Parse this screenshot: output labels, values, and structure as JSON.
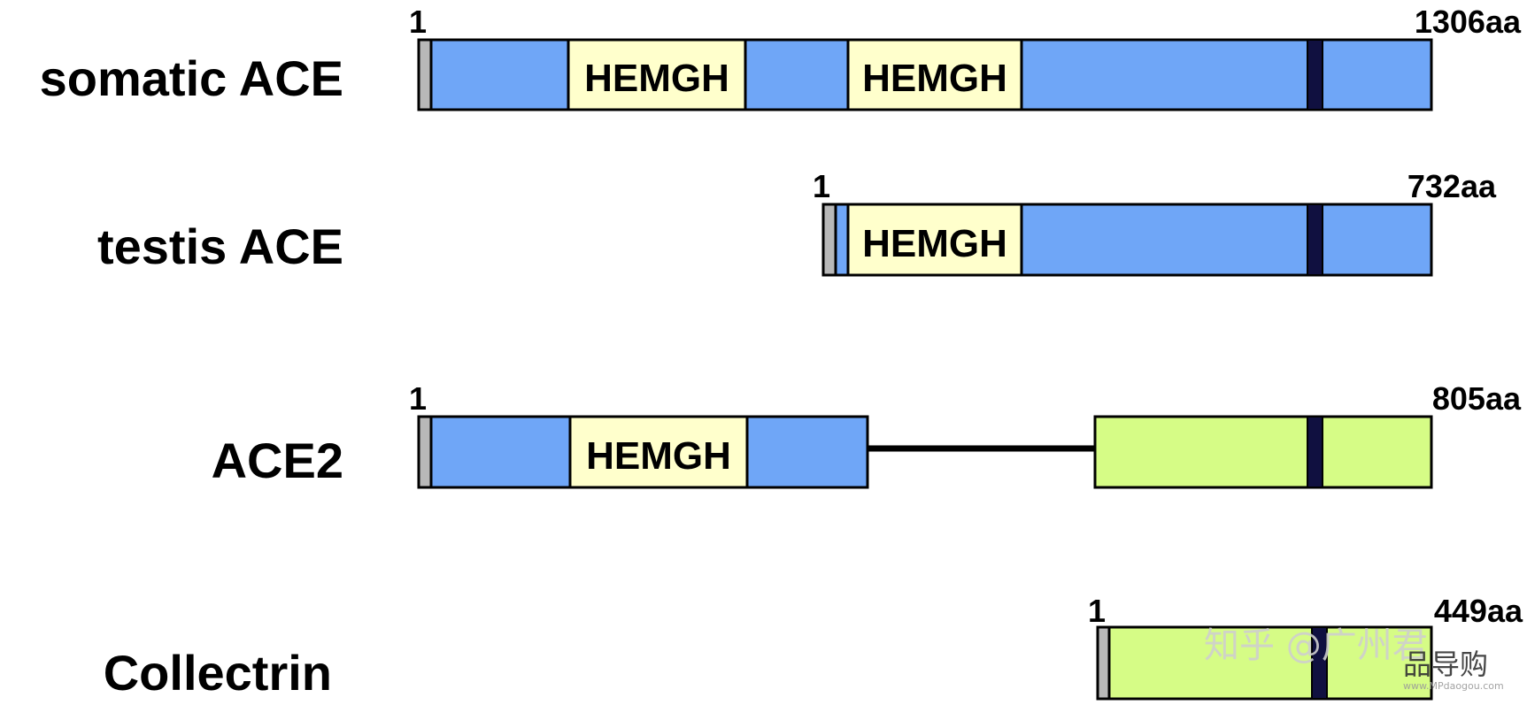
{
  "colors": {
    "ace_domain": "#6fa6f7",
    "collectrin_domain": "#d6fc86",
    "hemgh_motif": "#ffffcc",
    "signal_peptide": "#b8b8b8",
    "transmembrane": "#101040",
    "outline": "#000000"
  },
  "proteins": [
    {
      "name": "somatic ACE",
      "start_label": "1",
      "end_label": "1306aa",
      "motifs": [
        "HEMGH",
        "HEMGH"
      ]
    },
    {
      "name": "testis ACE",
      "start_label": "1",
      "end_label": "732aa",
      "motifs": [
        "HEMGH"
      ]
    },
    {
      "name": "ACE2",
      "start_label": "1",
      "end_label": "805aa",
      "motifs": [
        "HEMGH"
      ]
    },
    {
      "name": "Collectrin",
      "start_label": "1",
      "end_label": "449aa",
      "motifs": []
    }
  ],
  "watermark": {
    "text": "知乎 @广州君",
    "logo_text": "品导购",
    "logo_url": "www.MPdaogou.com"
  }
}
